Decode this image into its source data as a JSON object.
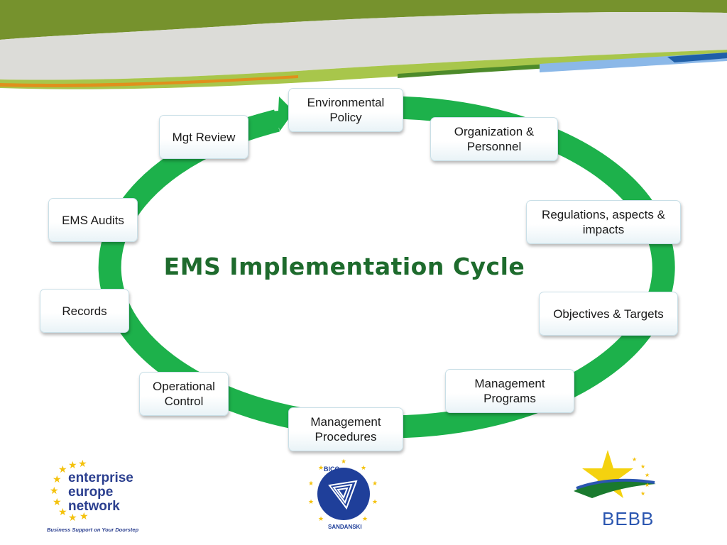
{
  "diagram": {
    "title": "EMS Implementation Cycle",
    "colors": {
      "cycle": "#1db14b",
      "title": "#1e6b2d",
      "header_green": "#76922d"
    },
    "steps": [
      "Environmental Policy",
      "Organization & Personnel",
      "Regulations, aspects & impacts",
      "Objectives & Targets",
      "Management Programs",
      "Management Procedures",
      "Operational Control",
      "Records",
      "EMS Audits",
      "Mgt Review"
    ]
  },
  "logos": {
    "enterprise_europe_network": {
      "text": [
        "enterprise",
        "europe",
        "network"
      ],
      "tagline": "Business Support on Your Doorstep"
    },
    "bicc_sandanski": {
      "text_top": "BICC",
      "text_bottom": "SANDANSKI"
    },
    "bebb": {
      "text": "BEBB"
    }
  }
}
